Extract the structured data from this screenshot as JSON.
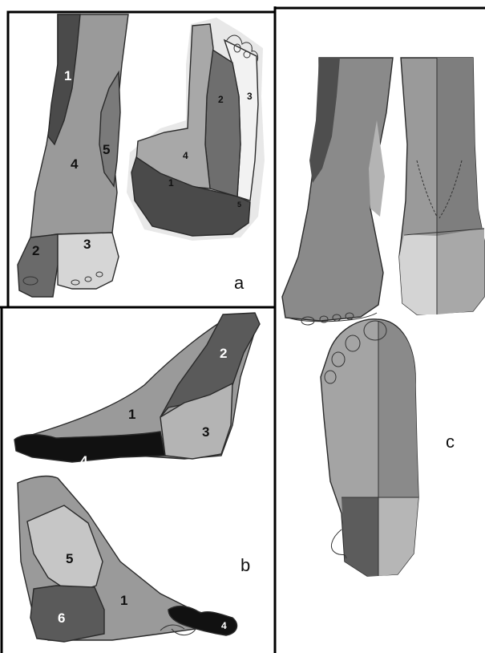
{
  "panels": {
    "a": {
      "letter": "a",
      "front_view": {
        "labels": [
          "1",
          "2",
          "3",
          "4",
          "5"
        ]
      },
      "sole_view": {
        "labels": [
          "1",
          "2",
          "3",
          "4",
          "5"
        ]
      }
    },
    "b": {
      "letter": "b",
      "medial_view": {
        "labels": [
          "1",
          "2",
          "3",
          "4"
        ]
      },
      "lateral_view": {
        "labels": [
          "1",
          "4",
          "5",
          "6"
        ]
      }
    },
    "c": {
      "letter": "c"
    }
  },
  "colors": {
    "frame": "#000000",
    "dark": "#4a4a4a",
    "mid": "#8c8c8c",
    "light": "#b8b8b8",
    "lighter": "#d6d6d6",
    "black_region": "#111111",
    "photo_skin": "#9a9a9a"
  }
}
